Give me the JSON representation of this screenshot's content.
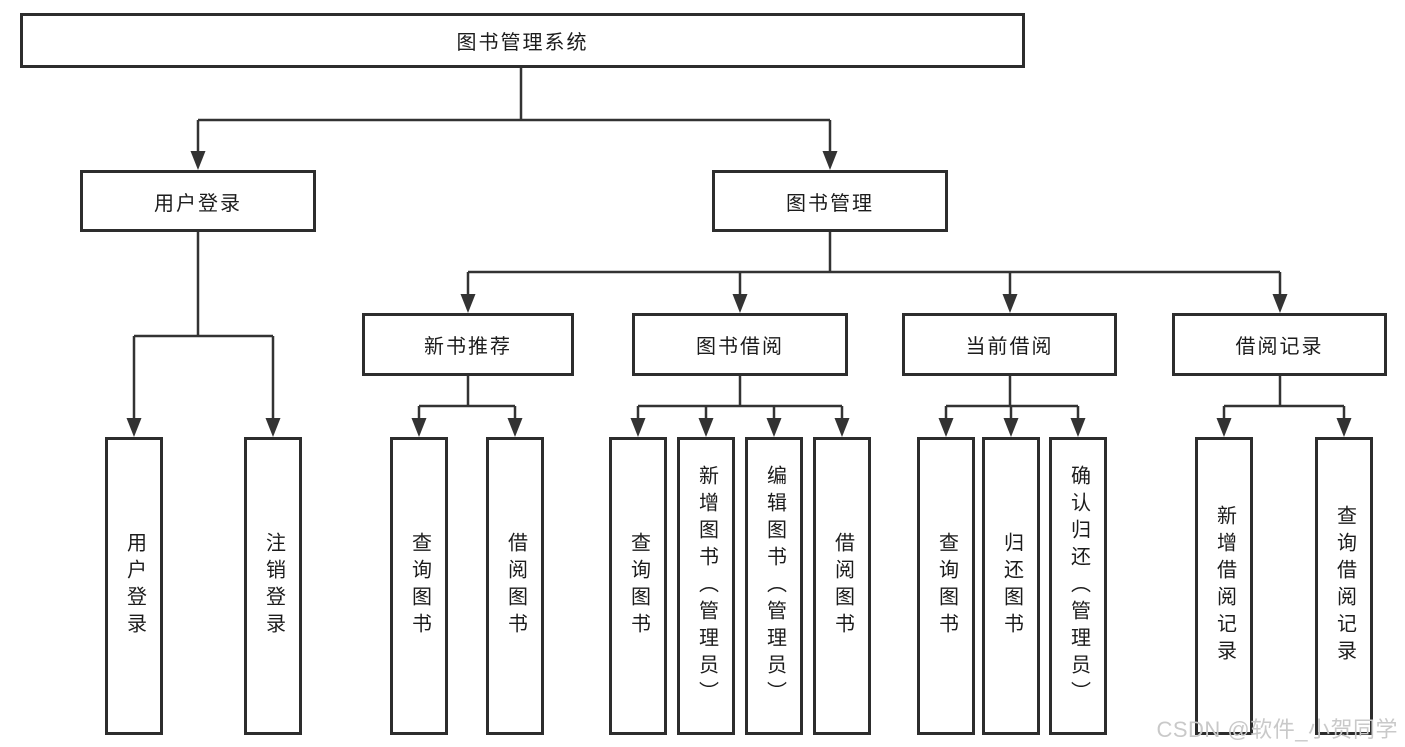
{
  "tree": {
    "label": "图书管理系统",
    "children": [
      {
        "label": "用户登录",
        "children": [
          {
            "label": "用户登录"
          },
          {
            "label": "注销登录"
          }
        ]
      },
      {
        "label": "图书管理",
        "children": [
          {
            "label": "新书推荐",
            "children": [
              {
                "label": "查询图书"
              },
              {
                "label": "借阅图书"
              }
            ]
          },
          {
            "label": "图书借阅",
            "children": [
              {
                "label": "查询图书"
              },
              {
                "label": "新增图书（管理员）"
              },
              {
                "label": "编辑图书（管理员）"
              },
              {
                "label": "借阅图书"
              }
            ]
          },
          {
            "label": "当前借阅",
            "children": [
              {
                "label": "查询图书"
              },
              {
                "label": "归还图书"
              },
              {
                "label": "确认归还（管理员）"
              }
            ]
          },
          {
            "label": "借阅记录",
            "children": [
              {
                "label": "新增借阅记录"
              },
              {
                "label": "查询借阅记录"
              }
            ]
          }
        ]
      }
    ]
  },
  "watermark": "CSDN @软件_小贺同学",
  "colors": {
    "line": "#333333",
    "box_border": "#2d2d2d",
    "text": "#1c1c1c",
    "watermark": "#c9c9c9",
    "background": "#ffffff"
  }
}
